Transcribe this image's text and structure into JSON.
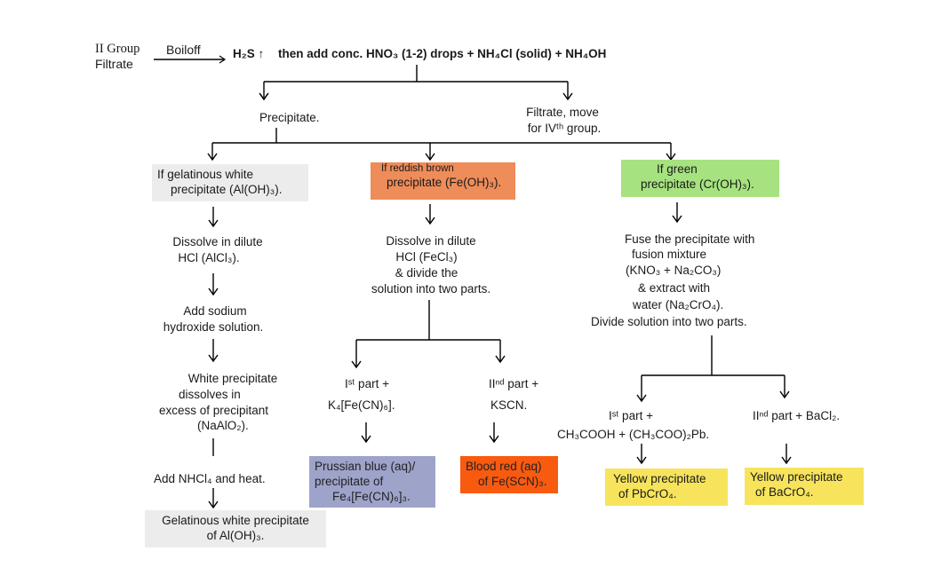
{
  "title": "II Group Filtrate – Group III analysis flowchart",
  "colors": {
    "grey_box": "#ececec",
    "brown_box": "#ee8c5a",
    "green_box": "#a6e27f",
    "prussian_box": "#9ea3ca",
    "blood_red_box": "#f85a10",
    "yellow_box": "#f7e45c",
    "line": "#000000"
  },
  "header": {
    "start_line1": "II Group",
    "start_line2": "Filtrate",
    "arrow_label": "Boiloff",
    "h2s": "H₂S ↑",
    "reagent_text": "then add conc. HNO₃ (1-2) drops + NH₄Cl (solid) + NH₄OH"
  },
  "level1": {
    "precipitate": "Precipitate.",
    "filtrate_line1": "Filtrate, move",
    "filtrate_line2": "for IVᵗʰ group."
  },
  "branches": {
    "aluminium": {
      "condition_line1": "If gelatinous white",
      "condition_line2": "precipitate (Al(OH)₃).",
      "step1_line1": "Dissolve in dilute",
      "step1_line2": "HCl (AlCl₃).",
      "step2_line1": "Add sodium",
      "step2_line2": "hydroxide solution.",
      "step3_line1": "White precipitate",
      "step3_line2": "dissolves in",
      "step3_line3": "excess of precipitant",
      "step3_line4": "(NaAlO₂).",
      "step4": "Add NHCl₄ and heat.",
      "result_line1": "Gelatinous white precipitate",
      "result_line2": "of Al(OH)₃."
    },
    "iron": {
      "condition_line1": "If reddish brown",
      "condition_line2": "precipitate (Fe(OH)₃).",
      "step1_line1": "Dissolve in dilute",
      "step1_line2": "HCl (FeCl₃)",
      "step1_line3": "& divide the",
      "step1_line4": "solution into two parts.",
      "part1_line1": "Iˢᵗ part +",
      "part1_line2": "K₄[Fe(CN)₆].",
      "part2_line1": "IIⁿᵈ part +",
      "part2_line2": "KSCN.",
      "result1_line1": "Prussian blue (aq)/",
      "result1_line2": "precipitate of",
      "result1_line3": "Fe₄[Fe(CN)₆]₃.",
      "result2_line1": "Blood red (aq)",
      "result2_line2": "of Fe(SCN)₃."
    },
    "chromium": {
      "condition_line1": "If green",
      "condition_line2": "precipitate (Cr(OH)₃).",
      "step1_line1": "Fuse the precipitate with",
      "step1_line2": "fusion mixture",
      "step1_line3": "(KNO₃ + Na₂CO₃)",
      "step1_line4": "& extract with",
      "step1_line5": "water (Na₂CrO₄).",
      "step1_line6": "Divide solution into two parts.",
      "part1_line1": "Iˢᵗ part +",
      "part1_line2": "CH₃COOH + (CH₃COO)₂Pb.",
      "part2_line1": "IIⁿᵈ part + BaCl₂.",
      "result1_line1": "Yellow precipitate",
      "result1_line2": "of PbCrO₄.",
      "result2_line1": "Yellow precipitate",
      "result2_line2": "of BaCrO₄."
    }
  }
}
